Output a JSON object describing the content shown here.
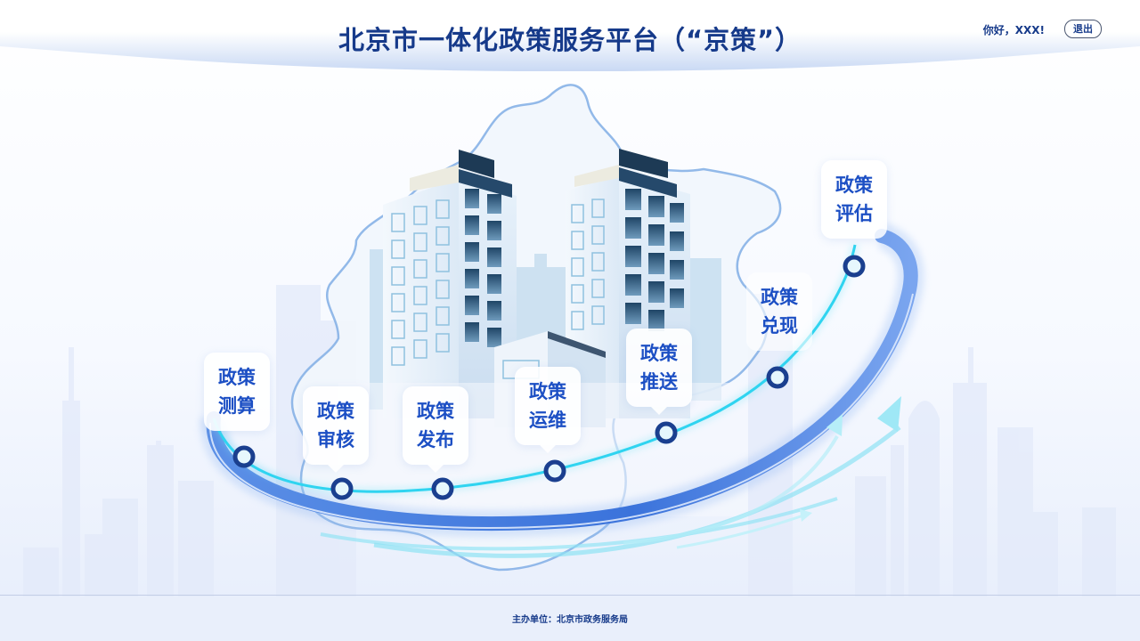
{
  "header": {
    "title": "北京市一体化政策服务平台（“京策”）",
    "greeting": "你好，XXX!",
    "logout_label": "退出"
  },
  "stages": [
    {
      "line1": "政策",
      "line2": "测算"
    },
    {
      "line1": "政策",
      "line2": "审核"
    },
    {
      "line1": "政策",
      "line2": "发布"
    },
    {
      "line1": "政策",
      "line2": "运维"
    },
    {
      "line1": "政策",
      "line2": "推送"
    },
    {
      "line1": "政策",
      "line2": "兑现"
    },
    {
      "line1": "政策",
      "line2": "评估"
    }
  ],
  "footer": {
    "sponsor": "主办单位：北京市政务服务局"
  },
  "colors": {
    "title": "#163a8a",
    "stage_text": "#1c4fc4",
    "node_ring": "#1a3f8f",
    "ring_blue": "#3e78dc",
    "track_cyan": "#2fd4f0"
  }
}
